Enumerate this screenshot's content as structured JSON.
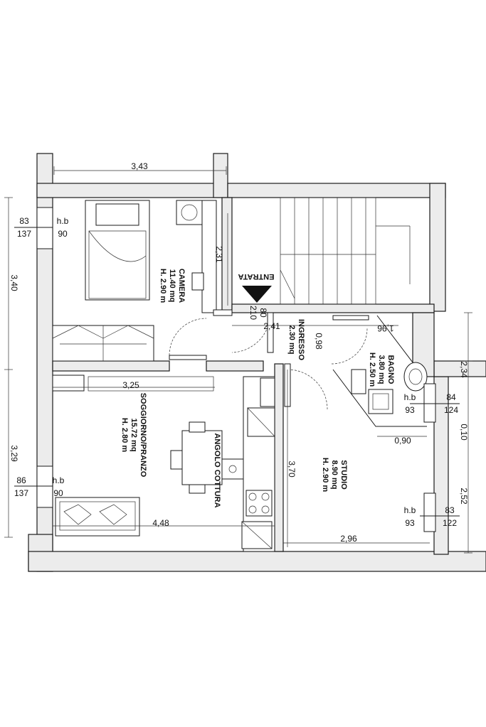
{
  "rooms": {
    "camera": {
      "name": "CAMERA",
      "area": "11.40 mq",
      "height": "H. 2.90 m"
    },
    "soggiorno": {
      "name": "SOGGIORNO/PRANZO",
      "area": "15.72 mq",
      "height": "H. 2.80 m"
    },
    "angolo": {
      "name": "ANGOLO COTTURA"
    },
    "ingresso": {
      "name": "INGRESSO",
      "area": "2.30 mq"
    },
    "bagno": {
      "name": "BAGNO",
      "area": "3.80 mq",
      "height": "H. 2.50 m"
    },
    "studio": {
      "name": "STUDIO",
      "area": "8.90 mq",
      "height": "H. 2.90 m"
    },
    "entrata": {
      "name": "ENTRATA",
      "door_width": "80",
      "door_height": "210"
    }
  },
  "dimensions": {
    "top_width": "3,43",
    "left_upper": "3,40",
    "left_lower": "3,29",
    "camera_inner": "2,31",
    "ingresso_width": "2,41",
    "ingresso_height": "0,98",
    "bagno_width": "1,96",
    "soggiorno_inner": "3,25",
    "kitchen_length": "3,70",
    "bagno_offset": "0,90",
    "soggiorno_width": "4,48",
    "studio_width": "2,96",
    "right_upper": "2,34",
    "right_mid": "0,10",
    "right_lower": "2,52"
  },
  "windows": {
    "w1": {
      "width": "83",
      "height": "137",
      "sill_label": "h.b",
      "sill": "90"
    },
    "w2": {
      "width": "86",
      "height": "137",
      "sill_label": "h.b",
      "sill": "90"
    },
    "w3": {
      "width": "84",
      "height": "124",
      "sill_label": "h.b",
      "sill": "93"
    },
    "w4": {
      "width": "83",
      "height": "122",
      "sill_label": "h.b",
      "sill": "93"
    }
  }
}
